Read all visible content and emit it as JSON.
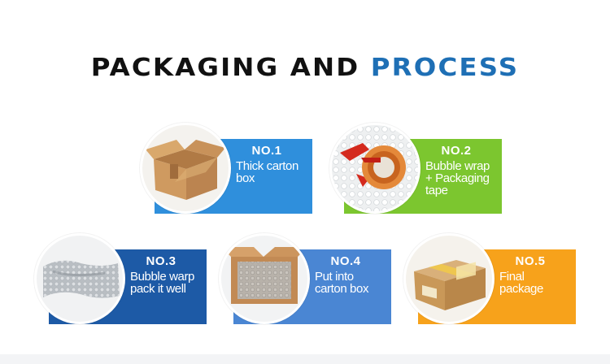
{
  "title": {
    "part1": "PACKAGING AND",
    "part2": "PROCESS"
  },
  "colors": {
    "title_dark": "#111111",
    "title_accent": "#1e6fb5",
    "card1": "#2f8fdc",
    "card2": "#7cc62f",
    "card3": "#1d5aa6",
    "card4": "#4a86d3",
    "card5": "#f7a21b"
  },
  "steps": [
    {
      "no": "NO.1",
      "text": "Thick carton\nbox",
      "image": "open-carton-icon"
    },
    {
      "no": "NO.2",
      "text": "Bubble wrap\n+ Packaging\ntape",
      "image": "tape-dispenser-icon"
    },
    {
      "no": "NO.3",
      "text": "Bubble warp\npack it well",
      "image": "bubble-wrapped-item-icon"
    },
    {
      "no": "NO.4",
      "text": "Put into\ncarton box",
      "image": "carton-with-bubble-wrap-icon"
    },
    {
      "no": "NO.5",
      "text": "Final package",
      "image": "sealed-package-icon"
    }
  ]
}
